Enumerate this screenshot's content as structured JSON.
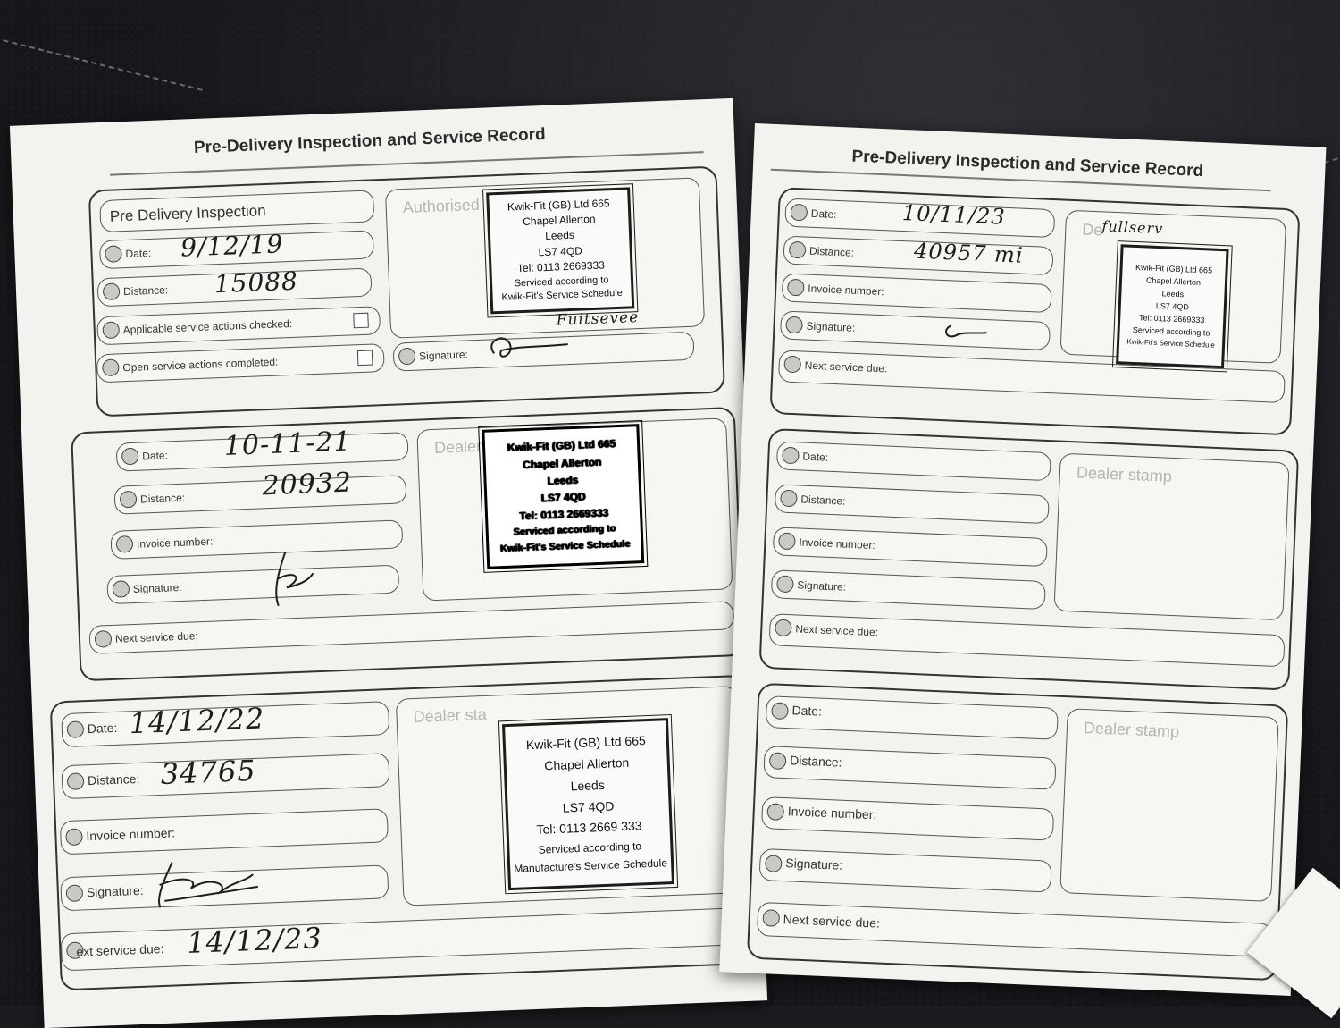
{
  "left_page": {
    "title": "Pre-Delivery Inspection and Service Record",
    "pdi": {
      "heading": "Pre Delivery Inspection",
      "date_label": "Date:",
      "date_value": "9/12/19",
      "distance_label": "Distance:",
      "distance_value": "15088",
      "applicable_label": "Applicable service actions checked:",
      "open_label": "Open service actions completed:",
      "authorised_label": "Authorised",
      "signature_label": "Signature:",
      "signature_note": "Fuitsevee",
      "stamp": [
        "Kwik-Fit (GB) Ltd 665",
        "Chapel Allerton",
        "Leeds",
        "LS7 4QD",
        "Tel: 0113 2669333",
        "Serviced according to",
        "Kwik-Fit's Service Schedule"
      ]
    },
    "service_2": {
      "date_label": "Date:",
      "date_value": "10-11-21",
      "distance_label": "Distance:",
      "distance_value": "20932",
      "invoice_label": "Invoice number:",
      "signature_label": "Signature:",
      "next_label": "Next service due:",
      "dealer_label": "Dealer s",
      "stamp": [
        "Kwik-Fit (GB) Ltd 665",
        "Chapel Allerton",
        "Leeds",
        "LS7 4QD",
        "Tel: 0113 2669333",
        "Serviced according to",
        "Kwik-Fit's Service Schedule"
      ]
    },
    "service_3": {
      "date_label": "Date:",
      "date_value": "14/12/22",
      "distance_label": "Distance:",
      "distance_value": "34765",
      "invoice_label": "Invoice number:",
      "signature_label": "Signature:",
      "next_label": "ext service due:",
      "next_value": "14/12/23",
      "dealer_label": "Dealer sta",
      "stamp": [
        "Kwik-Fit (GB) Ltd 665",
        "Chapel Allerton",
        "Leeds",
        "LS7 4QD",
        "Tel: 0113 2669 333",
        "Serviced according to",
        "Manufacture's Service Schedule"
      ]
    }
  },
  "right_page": {
    "title": "Pre-Delivery Inspection and Service Record",
    "service_4": {
      "date_label": "Date:",
      "date_value": "10/11/23",
      "distance_label": "Distance:",
      "distance_value": "40957 mi",
      "invoice_label": "Invoice number:",
      "signature_label": "Signature:",
      "next_label": "Next service due:",
      "dealer_label": "De",
      "dealer_note": "fullserv",
      "stamp": [
        "Kwik-Fit (GB) Ltd 665",
        "Chapel Allerton",
        "Leeds",
        "LS7 4QD",
        "Tel: 0113 2669333",
        "Serviced according to",
        "Kwik-Fit's Service Schedule"
      ]
    },
    "service_5": {
      "date_label": "Date:",
      "distance_label": "Distance:",
      "invoice_label": "Invoice number:",
      "signature_label": "Signature:",
      "next_label": "Next service due:",
      "dealer_label": "Dealer stamp"
    },
    "service_6": {
      "date_label": "Date:",
      "distance_label": "Distance:",
      "invoice_label": "Invoice number:",
      "signature_label": "Signature:",
      "next_label": "Next service due:",
      "dealer_label": "Dealer stamp"
    }
  }
}
